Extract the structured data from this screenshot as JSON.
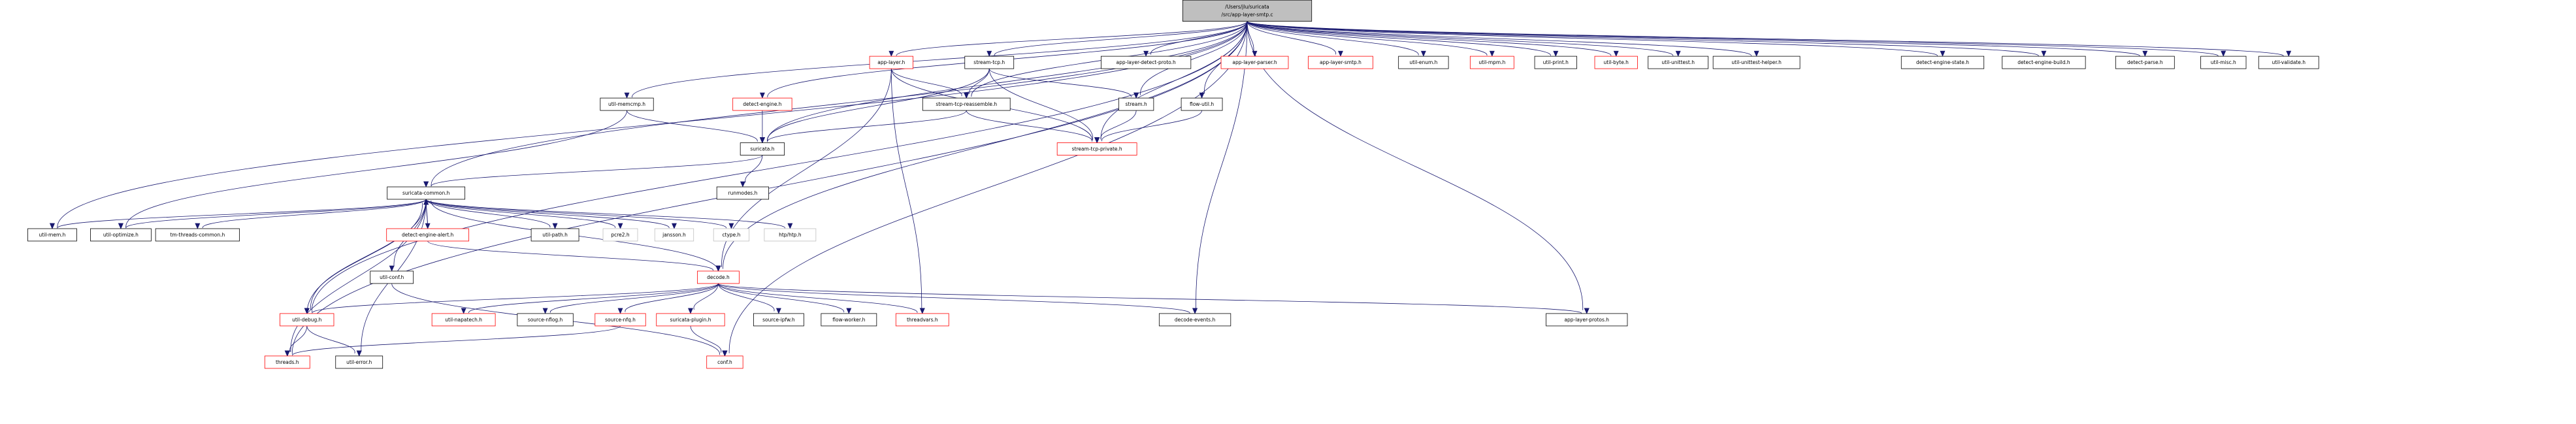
{
  "colors": {
    "edge": "#191970",
    "node_border_complete": "#000000",
    "node_border_incomplete": "#ff0000",
    "node_border_external": "#bfbfbf",
    "root_fill": "#bfbfbf",
    "node_fill": "#ffffff"
  },
  "nodes": [
    {
      "id": "root",
      "lines": [
        "/Users/jlu/suricata",
        "/src/app-layer-smtp.c"
      ],
      "kind": "root"
    },
    {
      "id": "util_memcmp",
      "lines": [
        "util-memcmp.h"
      ],
      "kind": "complete"
    },
    {
      "id": "suricata_h",
      "lines": [
        "suricata.h"
      ],
      "kind": "complete"
    },
    {
      "id": "runmodes",
      "lines": [
        "runmodes.h"
      ],
      "kind": "complete"
    },
    {
      "id": "detect_engine",
      "lines": [
        "detect-engine.h"
      ],
      "kind": "incomplete"
    },
    {
      "id": "app_layer",
      "lines": [
        "app-layer.h"
      ],
      "kind": "incomplete"
    },
    {
      "id": "stream_tcp",
      "lines": [
        "stream-tcp.h"
      ],
      "kind": "complete"
    },
    {
      "id": "stream_tcp_reassemble",
      "lines": [
        "stream-tcp-reassemble.h"
      ],
      "kind": "complete"
    },
    {
      "id": "stream_h",
      "lines": [
        "stream.h"
      ],
      "kind": "complete"
    },
    {
      "id": "flow_util",
      "lines": [
        "flow-util.h"
      ],
      "kind": "complete"
    },
    {
      "id": "stream_tcp_private",
      "lines": [
        "stream-tcp-private.h"
      ],
      "kind": "incomplete"
    },
    {
      "id": "app_layer_detect_proto",
      "lines": [
        "app-layer-detect-proto.h"
      ],
      "kind": "complete"
    },
    {
      "id": "app_layer_parser",
      "lines": [
        "app-layer-parser.h"
      ],
      "kind": "incomplete"
    },
    {
      "id": "app_layer_smtp_h",
      "lines": [
        "app-layer-smtp.h"
      ],
      "kind": "incomplete"
    },
    {
      "id": "util_enum",
      "lines": [
        "util-enum.h"
      ],
      "kind": "complete"
    },
    {
      "id": "util_mpm",
      "lines": [
        "util-mpm.h"
      ],
      "kind": "incomplete"
    },
    {
      "id": "util_print",
      "lines": [
        "util-print.h"
      ],
      "kind": "complete"
    },
    {
      "id": "util_byte",
      "lines": [
        "util-byte.h"
      ],
      "kind": "incomplete"
    },
    {
      "id": "util_unittest",
      "lines": [
        "util-unittest.h"
      ],
      "kind": "complete"
    },
    {
      "id": "util_unittest_helper",
      "lines": [
        "util-unittest-helper.h"
      ],
      "kind": "complete"
    },
    {
      "id": "detect_engine_state",
      "lines": [
        "detect-engine-state.h"
      ],
      "kind": "complete"
    },
    {
      "id": "detect_engine_build",
      "lines": [
        "detect-engine-build.h"
      ],
      "kind": "complete"
    },
    {
      "id": "detect_parse",
      "lines": [
        "detect-parse.h"
      ],
      "kind": "complete"
    },
    {
      "id": "util_misc",
      "lines": [
        "util-misc.h"
      ],
      "kind": "complete"
    },
    {
      "id": "util_validate",
      "lines": [
        "util-validate.h"
      ],
      "kind": "complete"
    },
    {
      "id": "suricata_common",
      "lines": [
        "suricata-common.h"
      ],
      "kind": "complete"
    },
    {
      "id": "util_mem",
      "lines": [
        "util-mem.h"
      ],
      "kind": "complete"
    },
    {
      "id": "util_optimize",
      "lines": [
        "util-optimize.h"
      ],
      "kind": "complete"
    },
    {
      "id": "tm_threads_common",
      "lines": [
        "tm-threads-common.h"
      ],
      "kind": "complete"
    },
    {
      "id": "detect_engine_alert",
      "lines": [
        "detect-engine-alert.h"
      ],
      "kind": "incomplete"
    },
    {
      "id": "util_path",
      "lines": [
        "util-path.h"
      ],
      "kind": "complete"
    },
    {
      "id": "pcre2",
      "lines": [
        "pcre2.h"
      ],
      "kind": "external"
    },
    {
      "id": "jansson",
      "lines": [
        "jansson.h"
      ],
      "kind": "external"
    },
    {
      "id": "ctype",
      "lines": [
        "ctype.h"
      ],
      "kind": "external"
    },
    {
      "id": "htp",
      "lines": [
        "htp/htp.h"
      ],
      "kind": "external"
    },
    {
      "id": "util_conf",
      "lines": [
        "util-conf.h"
      ],
      "kind": "complete"
    },
    {
      "id": "decode",
      "lines": [
        "decode.h"
      ],
      "kind": "incomplete"
    },
    {
      "id": "util_debug",
      "lines": [
        "util-debug.h"
      ],
      "kind": "incomplete"
    },
    {
      "id": "util_napatech",
      "lines": [
        "util-napatech.h"
      ],
      "kind": "incomplete"
    },
    {
      "id": "source_nflog",
      "lines": [
        "source-nflog.h"
      ],
      "kind": "complete"
    },
    {
      "id": "source_nfq",
      "lines": [
        "source-nfq.h"
      ],
      "kind": "incomplete"
    },
    {
      "id": "suricata_plugin",
      "lines": [
        "suricata-plugin.h"
      ],
      "kind": "incomplete"
    },
    {
      "id": "source_ipfw",
      "lines": [
        "source-ipfw.h"
      ],
      "kind": "complete"
    },
    {
      "id": "flow_worker",
      "lines": [
        "flow-worker.h"
      ],
      "kind": "complete"
    },
    {
      "id": "threadvars",
      "lines": [
        "threadvars.h"
      ],
      "kind": "incomplete"
    },
    {
      "id": "decode_events",
      "lines": [
        "decode-events.h"
      ],
      "kind": "complete"
    },
    {
      "id": "app_layer_protos",
      "lines": [
        "app-layer-protos.h"
      ],
      "kind": "complete"
    },
    {
      "id": "threads",
      "lines": [
        "threads.h"
      ],
      "kind": "incomplete"
    },
    {
      "id": "util_error",
      "lines": [
        "util-error.h"
      ],
      "kind": "complete"
    },
    {
      "id": "conf",
      "lines": [
        "conf.h"
      ],
      "kind": "incomplete"
    }
  ],
  "edges": [
    [
      "root",
      "util_memcmp"
    ],
    [
      "root",
      "suricata_h"
    ],
    [
      "root",
      "detect_engine"
    ],
    [
      "root",
      "app_layer"
    ],
    [
      "root",
      "stream_tcp"
    ],
    [
      "root",
      "stream_tcp_reassemble"
    ],
    [
      "root",
      "stream_h"
    ],
    [
      "root",
      "flow_util"
    ],
    [
      "root",
      "stream_tcp_private"
    ],
    [
      "root",
      "app_layer_detect_proto"
    ],
    [
      "root",
      "app_layer_parser"
    ],
    [
      "root",
      "app_layer_smtp_h"
    ],
    [
      "root",
      "util_enum"
    ],
    [
      "root",
      "util_mpm"
    ],
    [
      "root",
      "util_print"
    ],
    [
      "root",
      "util_byte"
    ],
    [
      "root",
      "util_unittest"
    ],
    [
      "root",
      "util_unittest_helper"
    ],
    [
      "root",
      "detect_engine_state"
    ],
    [
      "root",
      "detect_engine_build"
    ],
    [
      "root",
      "detect_parse"
    ],
    [
      "root",
      "util_misc"
    ],
    [
      "root",
      "util_validate"
    ],
    [
      "root",
      "suricata_common"
    ],
    [
      "root",
      "util_mem"
    ],
    [
      "root",
      "util_debug"
    ],
    [
      "root",
      "threads"
    ],
    [
      "root",
      "decode"
    ],
    [
      "root",
      "decode_events"
    ],
    [
      "root",
      "app_layer_protos"
    ],
    [
      "root",
      "conf"
    ],
    [
      "util_memcmp",
      "suricata_h"
    ],
    [
      "util_memcmp",
      "util_optimize"
    ],
    [
      "detect_engine",
      "suricata_h"
    ],
    [
      "app_layer",
      "stream_tcp_reassemble"
    ],
    [
      "app_layer",
      "stream_tcp_private"
    ],
    [
      "app_layer",
      "decode"
    ],
    [
      "app_layer",
      "threadvars"
    ],
    [
      "stream_tcp",
      "stream_tcp_reassemble"
    ],
    [
      "stream_tcp",
      "stream_h"
    ],
    [
      "stream_tcp",
      "stream_tcp_private"
    ],
    [
      "stream_tcp",
      "suricata_h"
    ],
    [
      "stream_tcp_reassemble",
      "suricata_h"
    ],
    [
      "stream_tcp_reassemble",
      "stream_tcp_private"
    ],
    [
      "stream_h",
      "stream_tcp_private"
    ],
    [
      "flow_util",
      "stream_tcp_private"
    ],
    [
      "suricata_h",
      "runmodes"
    ],
    [
      "suricata_h",
      "suricata_common"
    ],
    [
      "suricata_common",
      "util_mem"
    ],
    [
      "suricata_common",
      "util_optimize"
    ],
    [
      "suricata_common",
      "tm_threads_common"
    ],
    [
      "suricata_common",
      "detect_engine_alert"
    ],
    [
      "suricata_common",
      "util_path"
    ],
    [
      "suricata_common",
      "pcre2"
    ],
    [
      "suricata_common",
      "jansson"
    ],
    [
      "suricata_common",
      "ctype"
    ],
    [
      "suricata_common",
      "htp"
    ],
    [
      "suricata_common",
      "util_conf"
    ],
    [
      "suricata_common",
      "util_debug"
    ],
    [
      "suricata_common",
      "threads"
    ],
    [
      "suricata_common",
      "util_error"
    ],
    [
      "detect_engine_alert",
      "suricata_common"
    ],
    [
      "detect_engine_alert",
      "decode"
    ],
    [
      "decode",
      "suricata_common"
    ],
    [
      "decode",
      "util_debug"
    ],
    [
      "decode",
      "util_napatech"
    ],
    [
      "decode",
      "source_nflog"
    ],
    [
      "decode",
      "source_nfq"
    ],
    [
      "decode",
      "suricata_plugin"
    ],
    [
      "decode",
      "source_ipfw"
    ],
    [
      "decode",
      "flow_worker"
    ],
    [
      "decode",
      "threadvars"
    ],
    [
      "decode",
      "decode_events"
    ],
    [
      "decode",
      "app_layer_protos"
    ],
    [
      "util_debug",
      "suricata_common"
    ],
    [
      "util_debug",
      "threads"
    ],
    [
      "util_debug",
      "util_error"
    ],
    [
      "source_nfq",
      "threads"
    ],
    [
      "suricata_plugin",
      "conf"
    ],
    [
      "util_conf",
      "conf"
    ]
  ]
}
